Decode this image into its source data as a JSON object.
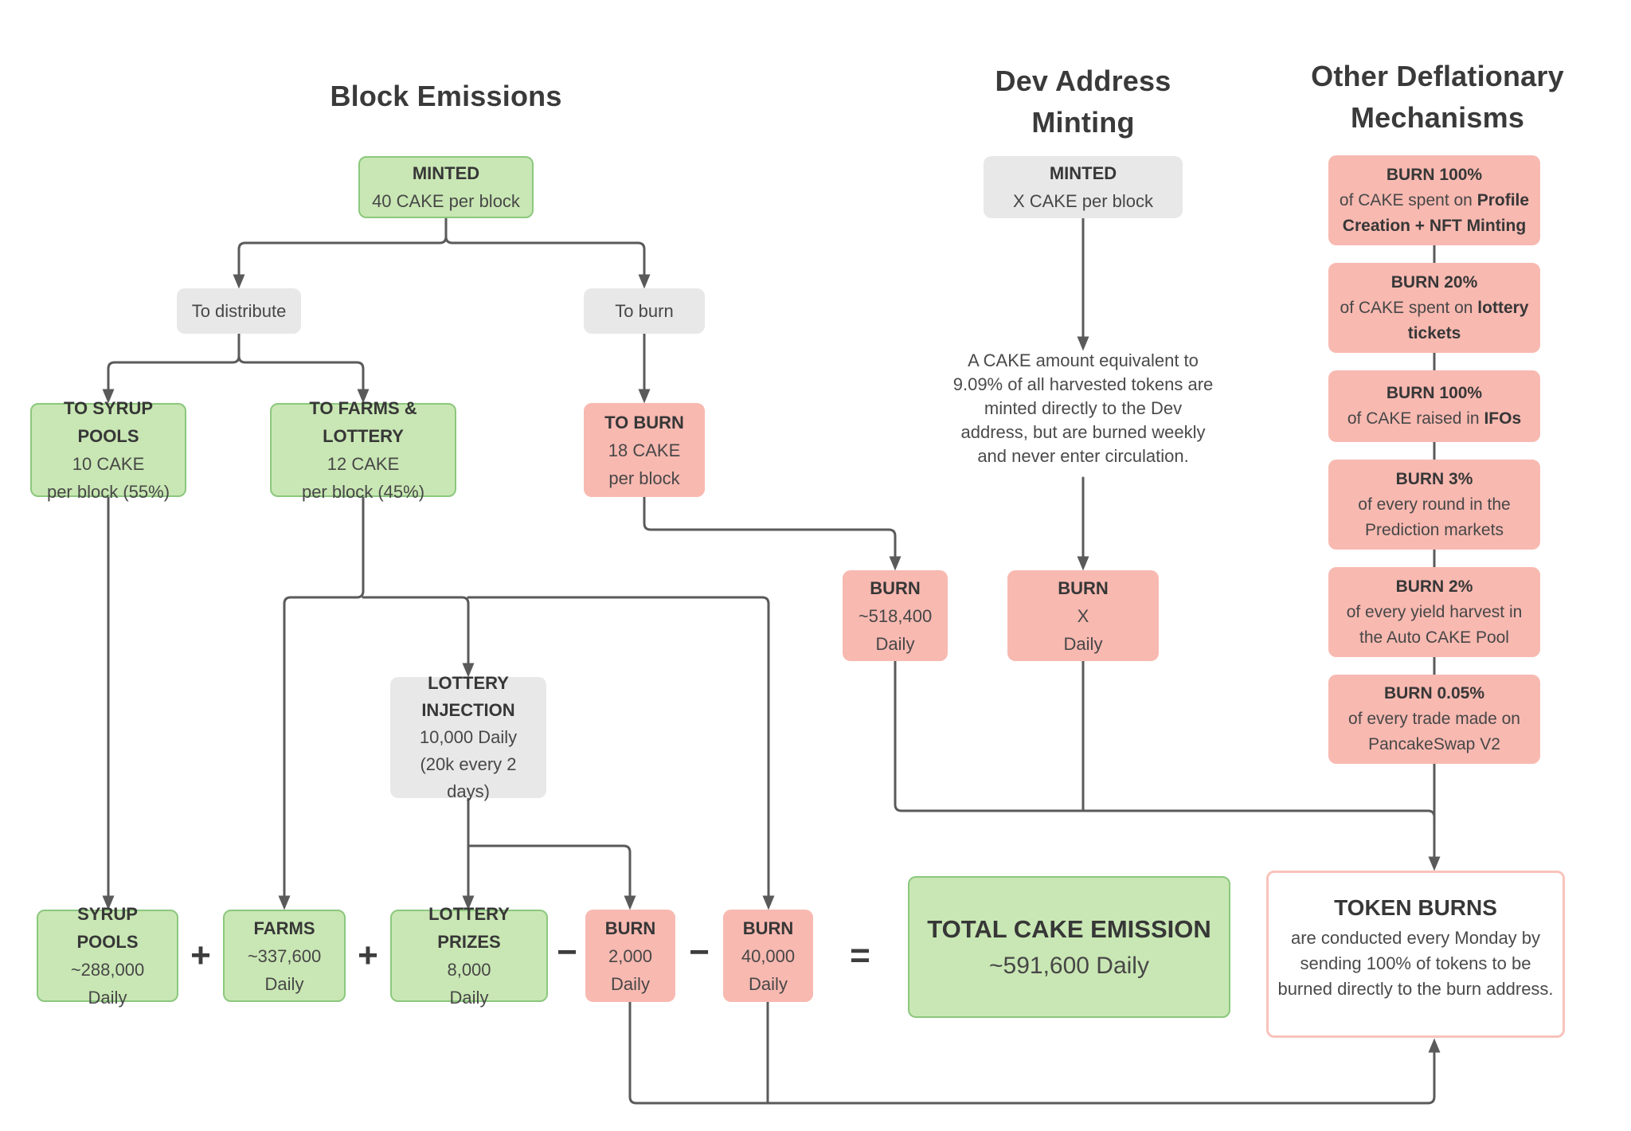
{
  "titles": {
    "block_emissions": "Block Emissions",
    "dev_address": [
      "Dev Address",
      "Minting"
    ],
    "other_mechanisms": [
      "Other Deflationary",
      "Mechanisms"
    ]
  },
  "nodes": {
    "minted": {
      "title": "MINTED",
      "body": "40 CAKE per block"
    },
    "to_distribute": "To distribute",
    "to_burn": "To burn",
    "syrup_split": {
      "title": "TO SYRUP POOLS",
      "l1": "10 CAKE",
      "l2": "per block (55%)"
    },
    "farms_split": {
      "title": "TO FARMS & LOTTERY",
      "l1": "12 CAKE",
      "l2": "per block (45%)"
    },
    "burn_split": {
      "title": "TO BURN",
      "l1": "18 CAKE",
      "l2": "per block"
    },
    "dev_minted": {
      "title": "MINTED",
      "body": "X CAKE per block"
    },
    "burn_daily_main": {
      "title": "BURN",
      "l1": "~518,400",
      "l2": "Daily"
    },
    "burn_daily_dev": {
      "title": "BURN",
      "l1": "X",
      "l2": "Daily"
    },
    "lottery_injection": {
      "t1": "LOTTERY",
      "t2": "INJECTION",
      "l1": "10,000 Daily",
      "l2": "(20k every 2 days)"
    }
  },
  "dev_note": [
    "A CAKE amount equivalent to",
    "9.09% of all harvested tokens are",
    "minted directly to the Dev",
    "address, but are burned weekly",
    "and never enter circulation."
  ],
  "deflationary": [
    {
      "title": "BURN 100%",
      "pre": "of CAKE spent on ",
      "bold": "Profile Creation + NFT Minting"
    },
    {
      "title": "BURN 20%",
      "pre": "of CAKE spent on ",
      "bold": "lottery tickets"
    },
    {
      "title": "BURN 100%",
      "pre": "of CAKE raised in ",
      "bold": "IFOs"
    },
    {
      "title": "BURN 3%",
      "pre": "of every round in the Prediction markets",
      "bold": ""
    },
    {
      "title": "BURN 2%",
      "pre": "of every yield harvest in the Auto CAKE Pool",
      "bold": ""
    },
    {
      "title": "BURN 0.05%",
      "pre": "of every trade made on PancakeSwap V2",
      "bold": ""
    }
  ],
  "equation": {
    "syrup": {
      "title": "SYRUP POOLS",
      "l1": "~288,000",
      "l2": "Daily"
    },
    "plus1": "+",
    "farms": {
      "title": "FARMS",
      "l1": "~337,600",
      "l2": "Daily"
    },
    "plus2": "+",
    "lottery_prizes": {
      "title": "LOTTERY PRIZES",
      "l1": "8,000",
      "l2": "Daily"
    },
    "minus1": "−",
    "burn_small": {
      "title": "BURN",
      "l1": "2,000",
      "l2": "Daily"
    },
    "minus2": "−",
    "burn_large": {
      "title": "BURN",
      "l1": "40,000",
      "l2": "Daily"
    },
    "equals": "=",
    "total": {
      "title": "TOTAL CAKE EMISSION",
      "l1": "~591,600 Daily"
    }
  },
  "token_burns": {
    "title": "TOKEN BURNS",
    "body": [
      "are conducted every Monday by",
      "sending 100% of tokens to be",
      "burned directly to the burn address."
    ]
  },
  "colors": {
    "green_fill": "#C9E7B4",
    "green_border": "#8BC87D",
    "pink_fill": "#F8B9B1",
    "gray_fill": "#E8E8E8",
    "line": "#5A5A5A",
    "token_burns_border": "#F8C3BB",
    "text": "#474747"
  }
}
